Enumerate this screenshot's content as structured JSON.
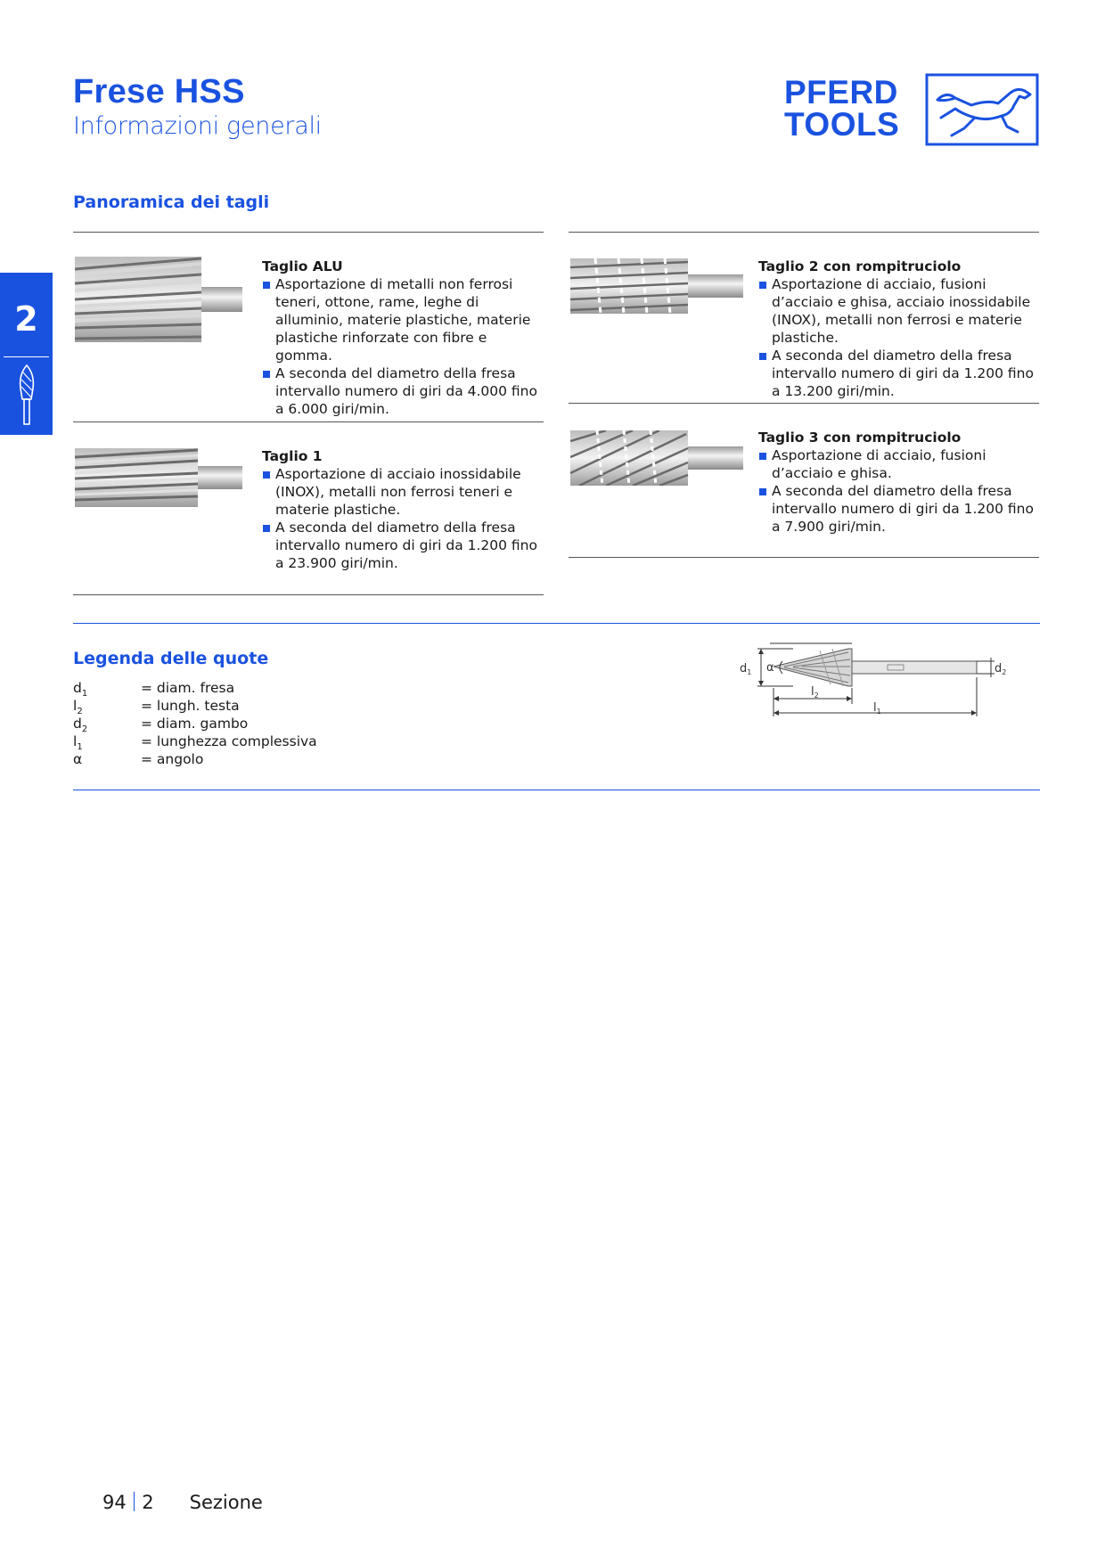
{
  "header": {
    "title": "Frese HSS",
    "subtitle": "Informazioni generali",
    "logo_line1": "PFERD",
    "logo_line2": "TOOLS"
  },
  "side_tab": {
    "number": "2",
    "icon": "burr-icon"
  },
  "overview": {
    "heading": "Panoramica dei tagli",
    "cuts": [
      {
        "title": "Taglio ALU",
        "bullets": [
          "Asportazione di metalli non ferrosi teneri, ottone, rame, leghe di alluminio, materie plastiche, materie plastiche rinforzate con fibre e gomma.",
          "A seconda del diametro della fresa intervallo numero di giri da 4.000 fino a 6.000 giri/min."
        ]
      },
      {
        "title": "Taglio 1",
        "bullets": [
          "Asportazione di acciaio inossidabile (INOX), metalli non ferrosi teneri e materie plastiche.",
          "A seconda del diametro della fresa intervallo numero di giri da 1.200 fino a 23.900 giri/min."
        ]
      },
      {
        "title": "Taglio 2 con rompitruciolo",
        "bullets": [
          "Asportazione di acciaio, fusioni d’acciaio e ghisa, acciaio inossidabile (INOX), metalli non ferrosi e materie plastiche.",
          "A seconda del diametro della fresa intervallo numero di giri da 1.200 fino a 13.200 giri/min."
        ]
      },
      {
        "title": "Taglio 3 con rompitruciolo",
        "bullets": [
          "Asportazione di acciaio, fusioni d’acciaio e ghisa.",
          "A seconda del diametro della fresa intervallo numero di giri da 1.200 fino a 7.900 giri/min."
        ]
      }
    ]
  },
  "legend": {
    "heading": "Legenda delle quote",
    "rows": [
      {
        "sym": "d",
        "sub": "1",
        "desc": "= diam. fresa"
      },
      {
        "sym": "l",
        "sub": "2",
        "desc": "= lungh. testa"
      },
      {
        "sym": "d",
        "sub": "2",
        "desc": "= diam. gambo"
      },
      {
        "sym": "l",
        "sub": "1",
        "desc": "= lunghezza complessiva"
      },
      {
        "sym": "α",
        "sub": "",
        "desc": "= angolo"
      }
    ],
    "diagram_labels": {
      "d": "d",
      "l": "l",
      "alpha": "α",
      "sub1": "1",
      "sub2": "2"
    }
  },
  "footer": {
    "page": "94",
    "section_number": "2",
    "section_label": "Sezione"
  },
  "colors": {
    "brand_blue": "#1a52e0"
  }
}
